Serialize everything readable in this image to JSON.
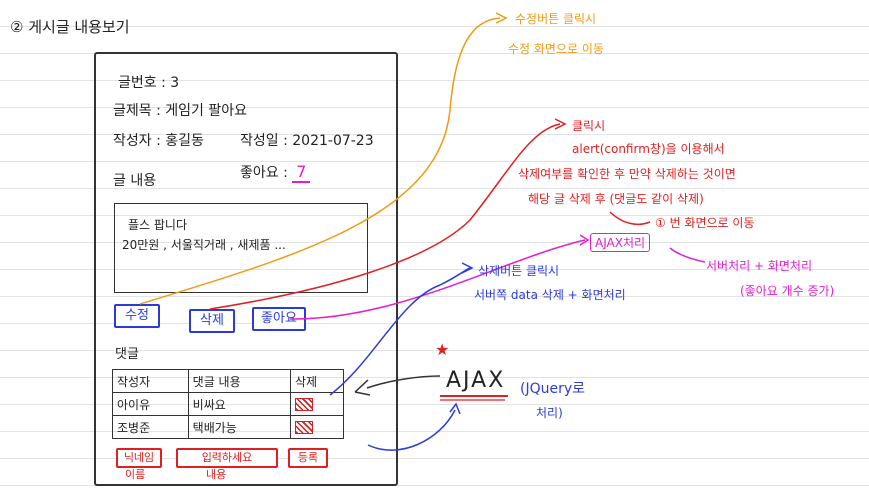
{
  "section_title": "② 게시글 내용보기",
  "post": {
    "no_label": "글번호 : 3",
    "title_label": "글제목 : 게임기 팔아요",
    "author_label": "작성자 : 홍길동",
    "date_label": "작성일 : 2021-07-23",
    "content_label": "글 내용",
    "likes_label": "좋아요 : ",
    "likes_value": "7",
    "content_line1": "플스 팝니다",
    "content_line2": "20만원 , 서울직거래 , 새제품 ..."
  },
  "buttons": {
    "edit": "수정",
    "delete": "삭제",
    "like": "좋아요"
  },
  "comments": {
    "heading": "댓글",
    "headers": [
      "작성자",
      "댓글 내용",
      "삭제"
    ],
    "rows": [
      {
        "author": "아이유",
        "text": "비싸요"
      },
      {
        "author": "조병준",
        "text": "택배가능"
      }
    ],
    "author_input": "닉네임",
    "author_input_sub": "이름",
    "text_input": "입력하세요",
    "text_input_sub": "내용",
    "submit": "등록"
  },
  "annotations": {
    "orange_line1": "수정버튼 클릭시",
    "orange_line2": "수정 화면으로 이동",
    "red_line1": "클릭시",
    "red_line2": "alert(confirm창)을 이용해서",
    "red_line3": "삭제여부를 확인한 후 만약 삭제하는 것이면",
    "red_line4": "해당 글 삭제 후 (댓글도 같이 삭제)",
    "red_line5": "① 번 화면으로 이동",
    "magenta_ajax": "AJAX처리",
    "magenta_line1": "서버처리 + 화면처리",
    "magenta_line2": "(좋아요 개수 증가)",
    "blue_line1": "삭제버튼 클릭시",
    "blue_line2": "서버쪽 data 삭제 + 화면처리",
    "ajax_main": "AJAX",
    "ajax_jquery": "(JQuery로",
    "ajax_process": "처리)",
    "star": "★"
  },
  "colors": {
    "orange": "#f29a12",
    "red": "#e02020",
    "blue": "#2b3bd9",
    "magenta": "#e020d0",
    "ink": "#222222"
  }
}
